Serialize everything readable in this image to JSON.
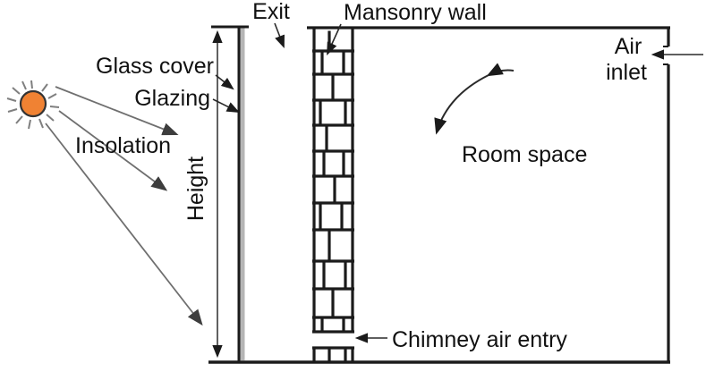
{
  "diagram": {
    "labels": {
      "glass_cover": "Glass cover",
      "glazing": "Glazing",
      "insolation": "Insolation",
      "height": "Height",
      "exit": "Exit",
      "masonry_wall": "Mansonry wall",
      "air_inlet_line1": "Air",
      "air_inlet_line2": "inlet",
      "room_space": "Room space",
      "chimney_air_entry": "Chimney air entry"
    },
    "colors": {
      "line": "#1b1b1b",
      "annotation_gray": "#6f6f6f",
      "dimension_gray": "#3a3a3a",
      "glazing_gray": "#b5b5b5",
      "sun_fill": "#F08233",
      "sun_outline": "#333333",
      "background": "#ffffff"
    }
  }
}
